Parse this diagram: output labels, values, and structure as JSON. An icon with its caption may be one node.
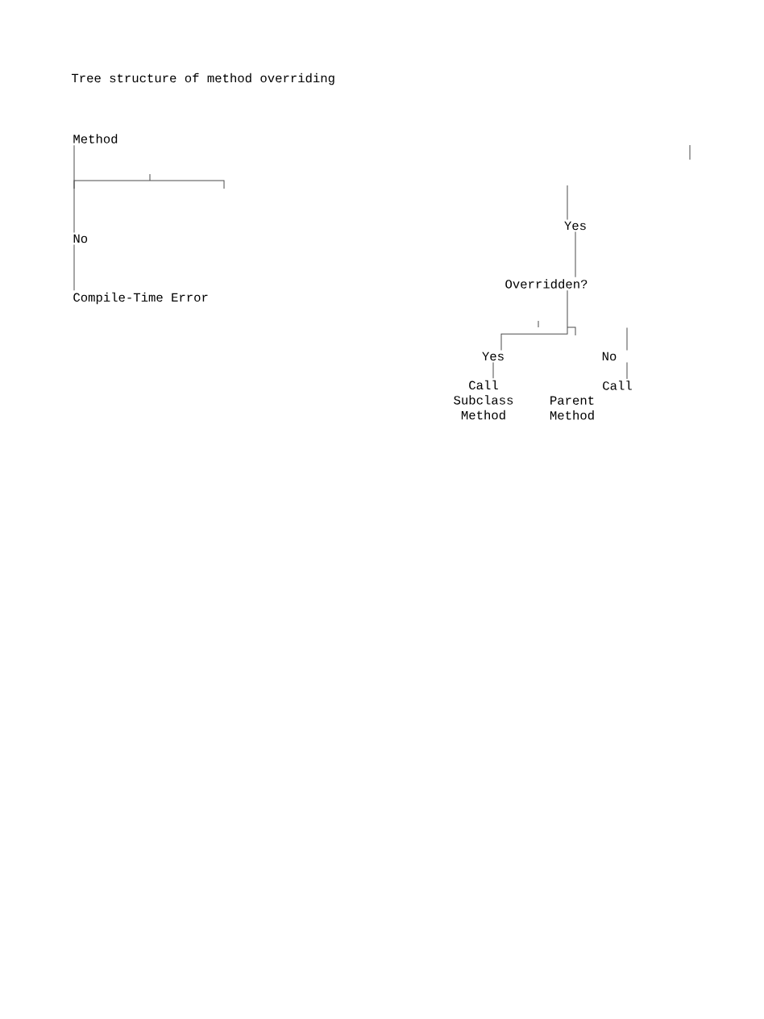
{
  "diagram": {
    "title": "Tree structure of method overriding",
    "nodes": [
      {
        "text": [
          "Method"
        ]
      },
      {
        "text": [
          "No"
        ]
      },
      {
        "text": [
          "Compile-Time Error"
        ]
      },
      {
        "text": [
          "Yes"
        ]
      },
      {
        "text": [
          "Overridden?"
        ]
      },
      {
        "text": [
          "Yes"
        ]
      },
      {
        "text": [
          "No"
        ]
      },
      {
        "text": [
          "Call Subclass Method"
        ]
      },
      {
        "text": [
          "Call"
        ]
      }
    ],
    "edges": [
      {
        "from": 0,
        "to": 1,
        "arrow": "none"
      },
      {
        "from": 1,
        "to": 2,
        "arrow": "none"
      },
      {
        "from": null,
        "to": 3,
        "arrow": "none"
      },
      {
        "from": 3,
        "to": 4,
        "arrow": "none"
      },
      {
        "from": 4,
        "to": 5,
        "arrow": "none"
      },
      {
        "from": null,
        "to": 6,
        "arrow": "none"
      },
      {
        "from": 5,
        "to": 7,
        "arrow": "none"
      },
      {
        "from": 6,
        "to": 8,
        "arrow": "none"
      }
    ],
    "labels": [
      "Parent Method"
    ]
  }
}
